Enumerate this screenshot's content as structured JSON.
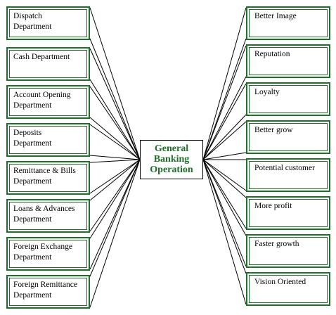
{
  "center": {
    "label": "General Banking Operation",
    "color": "#1f6f2a"
  },
  "left_boxes": [
    "Dispatch\nDepartment",
    "Cash Department",
    "Account Opening\nDepartment",
    "Deposits\nDepartment",
    "Remittance  & Bills\nDepartment",
    "Loans & Advances\nDepartment",
    "Foreign Exchange\nDepartment",
    "Foreign Remittance\nDepartment"
  ],
  "right_boxes": [
    "Better Image",
    "Reputation",
    "Loyalty",
    "Better grow",
    "Potential customer",
    "More profit",
    "Faster growth",
    "Vision Oriented"
  ],
  "colors": {
    "box_border": "#1f6f2a",
    "connector": "#000000"
  }
}
